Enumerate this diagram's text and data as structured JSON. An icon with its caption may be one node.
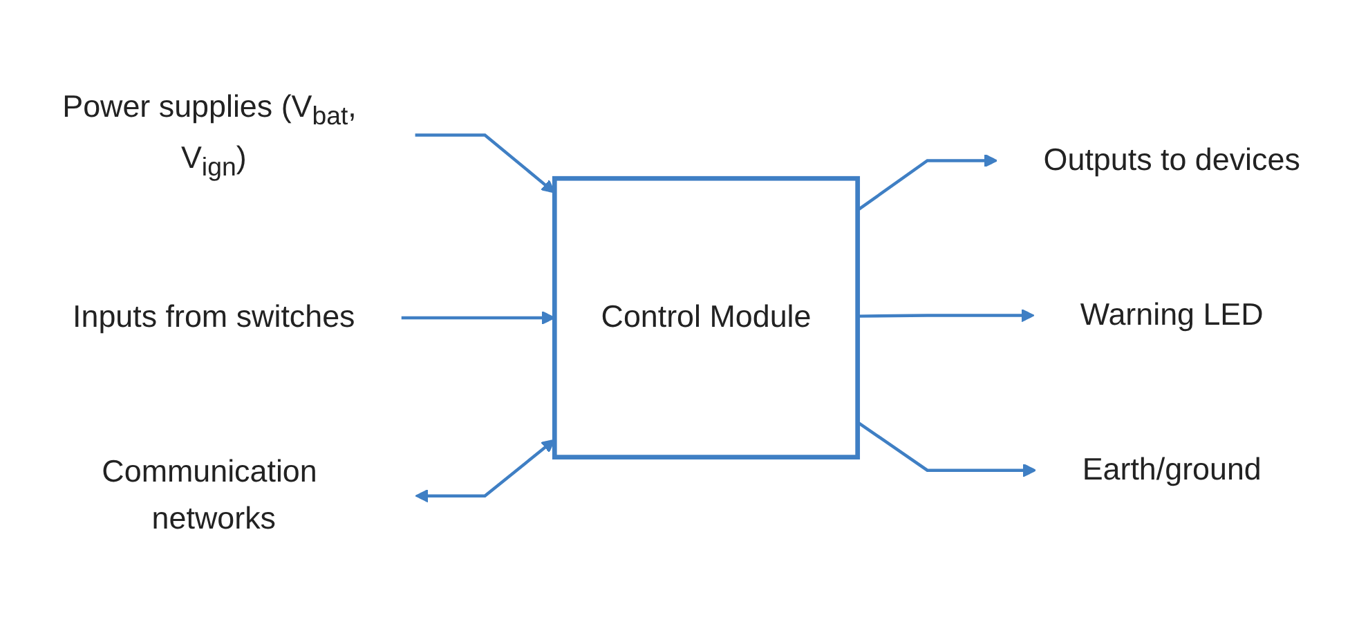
{
  "diagram": {
    "nodes": [
      {
        "text": [
          "Power supplies (V$_{bat}$, V$_{ign}$)"
        ]
      },
      {
        "text": [
          "Inputs from switches"
        ]
      },
      {
        "text": [
          "Communication networks"
        ]
      },
      {
        "text": [
          "Control Module"
        ]
      },
      {
        "text": [
          "Outputs to devices"
        ]
      },
      {
        "text": [
          "Warning LED"
        ]
      },
      {
        "text": [
          "Earth/ground"
        ]
      }
    ],
    "edges": [
      {
        "from": 0,
        "to": 3,
        "arrow": "to"
      },
      {
        "from": 1,
        "to": 3,
        "arrow": "to"
      },
      {
        "from": 2,
        "to": 3,
        "arrow": "both"
      },
      {
        "from": 3,
        "to": 4,
        "arrow": "to"
      },
      {
        "from": 3,
        "to": 5,
        "arrow": "to"
      },
      {
        "from": 3,
        "to": 6,
        "arrow": "to"
      }
    ]
  }
}
